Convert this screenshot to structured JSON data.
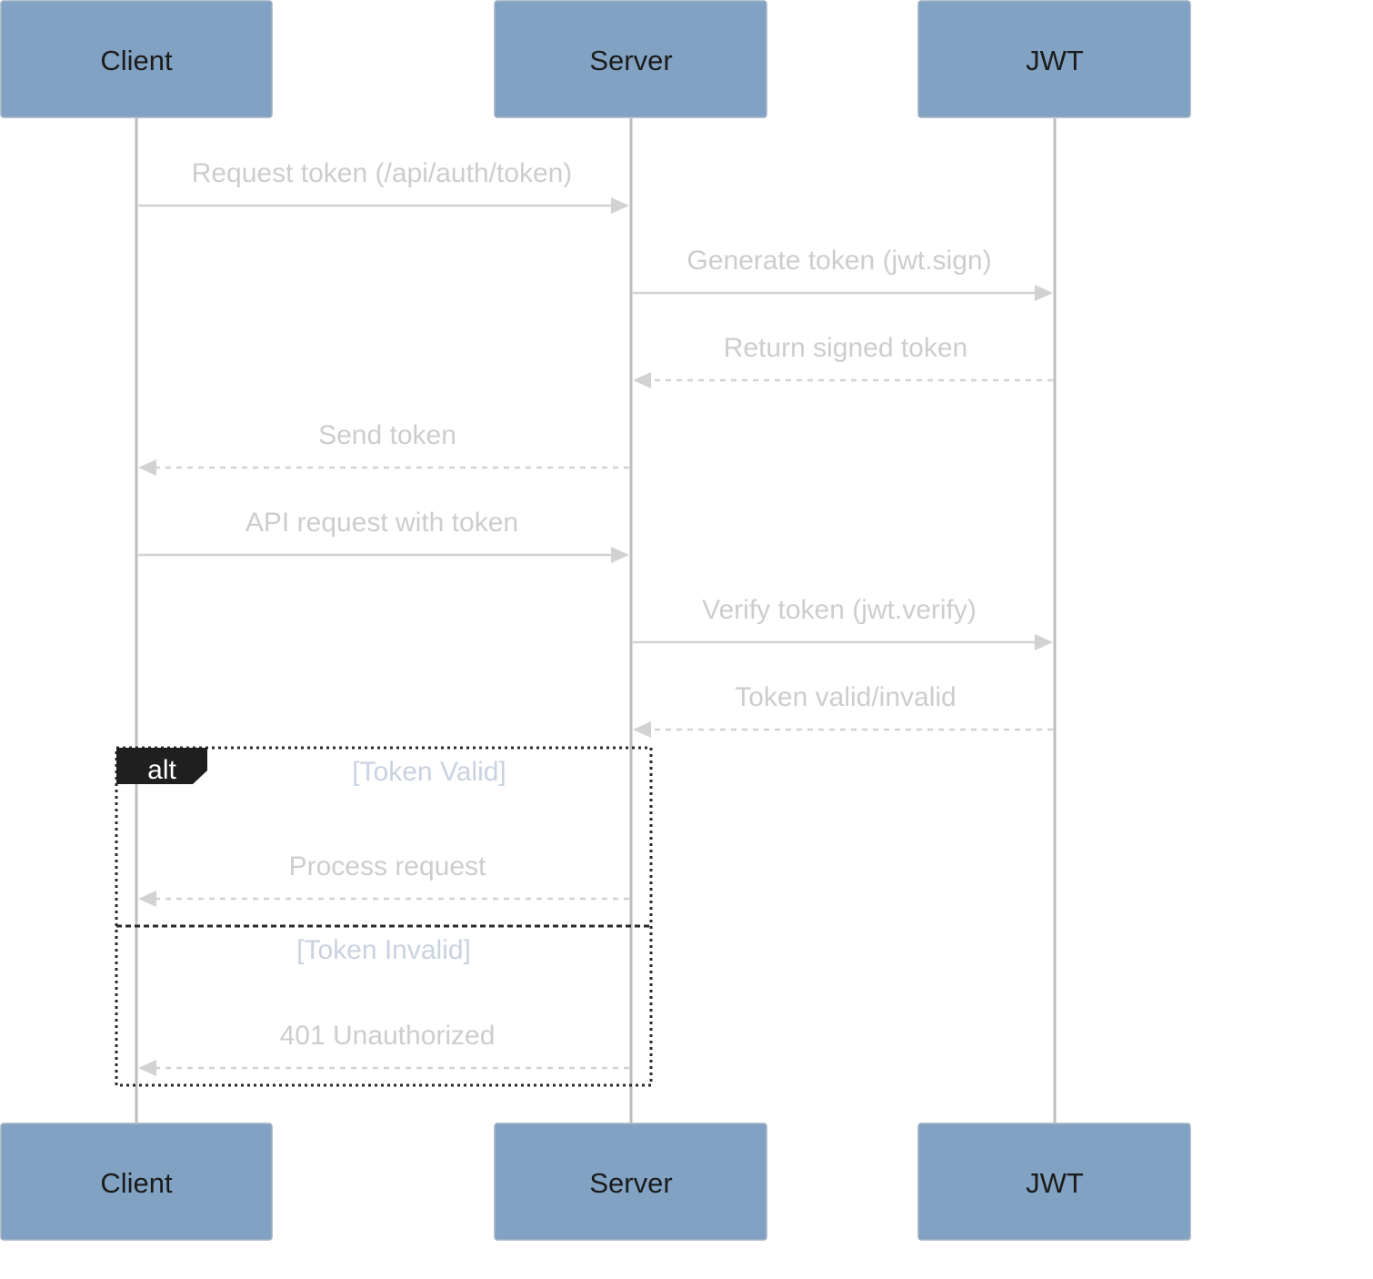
{
  "participants": [
    {
      "id": "client",
      "label": "Client"
    },
    {
      "id": "server",
      "label": "Server"
    },
    {
      "id": "jwt",
      "label": "JWT"
    }
  ],
  "messages": [
    {
      "from": "client",
      "to": "server",
      "label": "Request token (/api/auth/token)",
      "style": "solid"
    },
    {
      "from": "server",
      "to": "jwt",
      "label": "Generate token (jwt.sign)",
      "style": "solid"
    },
    {
      "from": "jwt",
      "to": "server",
      "label": "Return signed token",
      "style": "dashed"
    },
    {
      "from": "server",
      "to": "client",
      "label": "Send token",
      "style": "dashed"
    },
    {
      "from": "client",
      "to": "server",
      "label": "API request with token",
      "style": "solid"
    },
    {
      "from": "server",
      "to": "jwt",
      "label": "Verify token (jwt.verify)",
      "style": "solid"
    },
    {
      "from": "jwt",
      "to": "server",
      "label": "Token valid/invalid",
      "style": "dashed"
    },
    {
      "from": "server",
      "to": "client",
      "label": "Process request",
      "style": "dashed"
    },
    {
      "from": "server",
      "to": "client",
      "label": "401 Unauthorized",
      "style": "dashed"
    }
  ],
  "fragment": {
    "type": "alt",
    "sections": [
      {
        "condition": "[Token Valid]"
      },
      {
        "condition": "[Token Invalid]"
      }
    ]
  },
  "colors": {
    "actor_fill": "#81a2c2",
    "lifeline": "#bdbdbd",
    "message": "#d2d2d2",
    "message_text": "#cdcdcd",
    "condition_text": "#c9d2e0",
    "frame": "#2a2a2a"
  }
}
